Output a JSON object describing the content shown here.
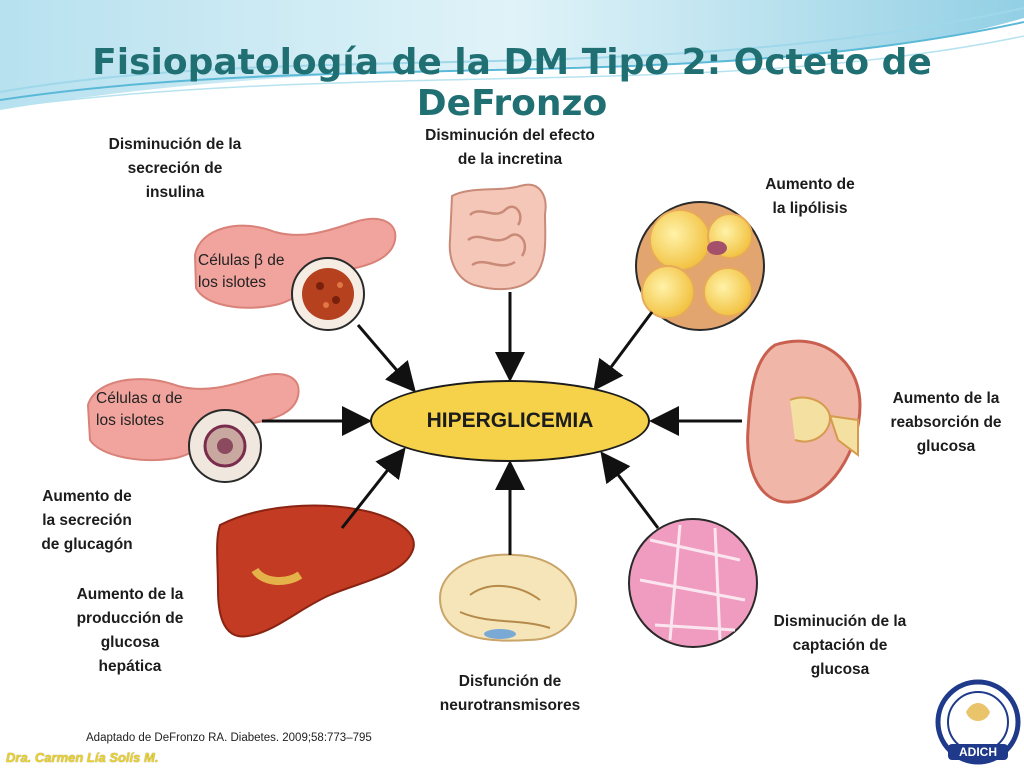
{
  "title": "Fisiopatología de la DM Tipo 2: Octeto de DeFronzo",
  "center": "HIPERGLICEMIA",
  "labels": {
    "insulin": "Disminución de la\nsecreción de\ninsulina",
    "incretin": "Disminución del efecto\nde la  incretina",
    "lipolysis": "Aumento de\nla lipólisis",
    "reabsorption": "Aumento de la\nreabsorción de\nglucosa",
    "uptake": "Disminución de la\ncaptación de\nglucosa",
    "neuro": "Disfunción de\nneurotransmisores",
    "hepatic": "Aumento de la\nproducción de\nglucosa\nhepática",
    "glucagon": "Aumento de\nla secreción\nde glucagón"
  },
  "cells": {
    "beta": "Células β de\nlos islotes",
    "alpha": "Células α de\nlos islotes"
  },
  "citation": "Adaptado de DeFronzo RA. Diabetes. 2009;58:773–795",
  "author": "Dra. Carmen Lía Solís M.",
  "logo_text": "ADICH",
  "colors": {
    "title": "#1f6f73",
    "center_fill": "#f6d24a",
    "banner": "#3aa9cf"
  }
}
